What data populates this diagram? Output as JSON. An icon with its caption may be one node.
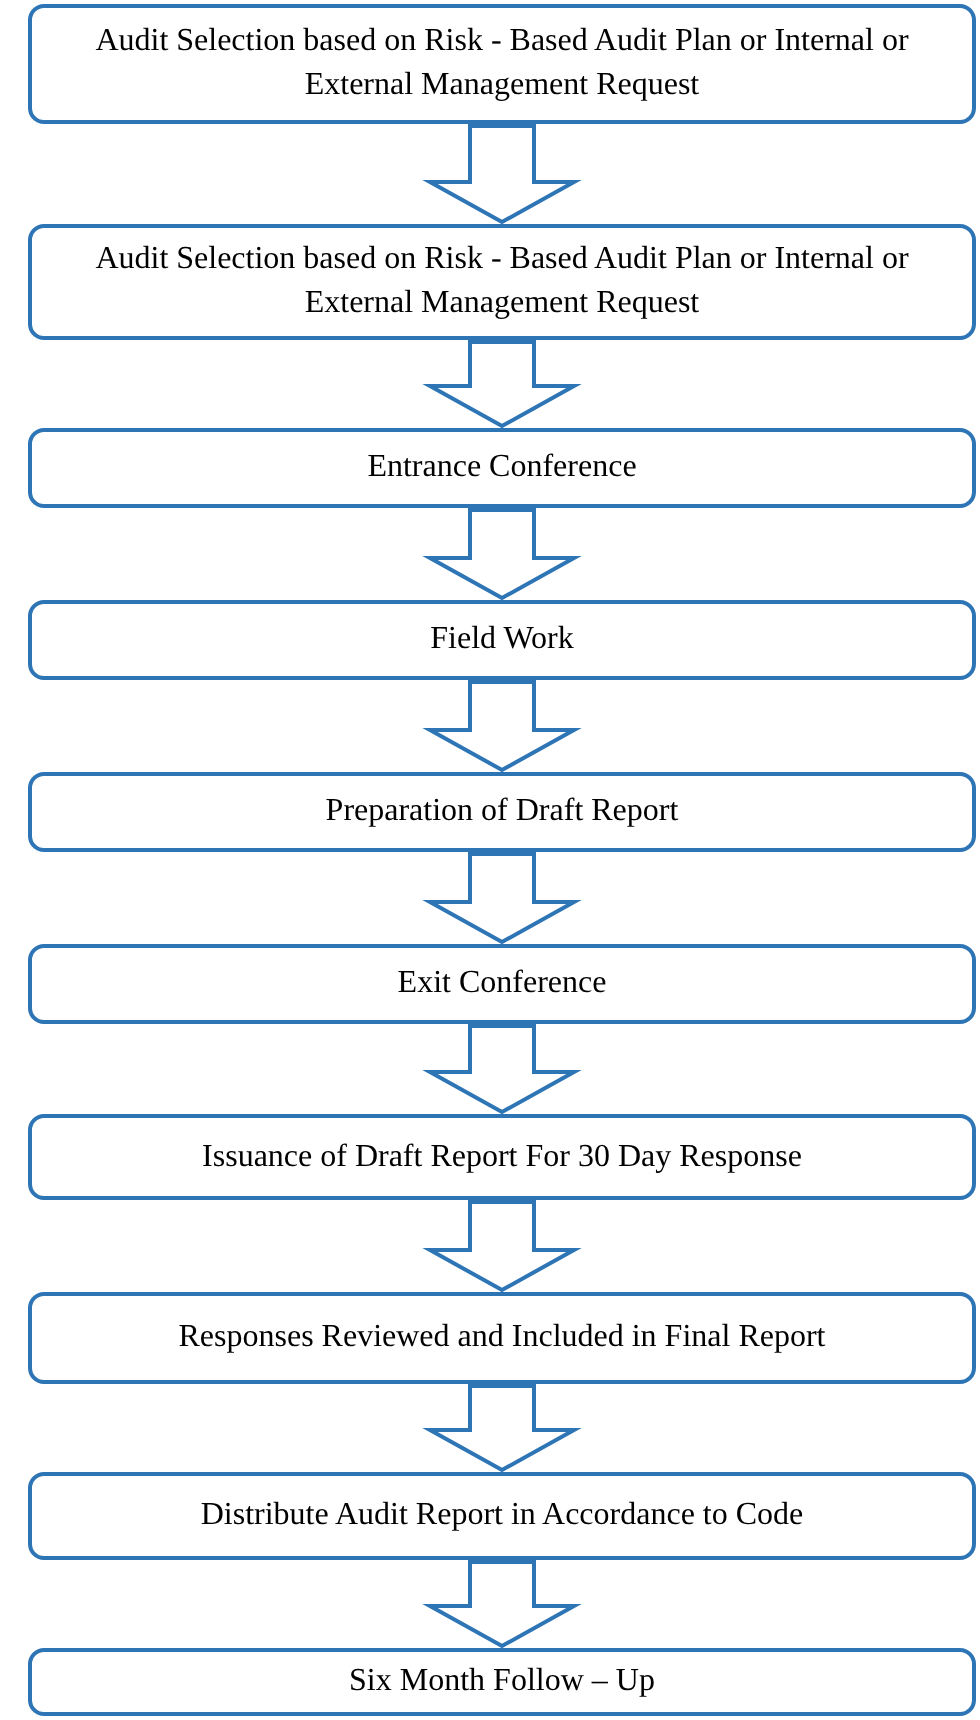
{
  "diagram": {
    "nodes": [
      {
        "text": [
          "Audit Selection based on Risk - Based Audit Plan or Internal or External Management Request"
        ]
      },
      {
        "text": [
          "Audit Selection based on Risk - Based Audit Plan or Internal or External Management Request"
        ]
      },
      {
        "text": [
          "Entrance Conference"
        ]
      },
      {
        "text": [
          "Field Work"
        ]
      },
      {
        "text": [
          "Preparation of Draft Report"
        ]
      },
      {
        "text": [
          "Exit Conference"
        ]
      },
      {
        "text": [
          "Issuance of Draft Report For 30 Day Response"
        ]
      },
      {
        "text": [
          "Responses Reviewed and Included in Final Report"
        ]
      },
      {
        "text": [
          "Distribute Audit Report in Accordance to Code"
        ]
      },
      {
        "text": [
          "Six Month Follow – Up"
        ]
      }
    ],
    "edges": [
      {
        "from": 0,
        "to": 1,
        "arrow": "to"
      },
      {
        "from": 1,
        "to": 2,
        "arrow": "to"
      },
      {
        "from": 2,
        "to": 3,
        "arrow": "to"
      },
      {
        "from": 3,
        "to": 4,
        "arrow": "to"
      },
      {
        "from": 4,
        "to": 5,
        "arrow": "to"
      },
      {
        "from": 5,
        "to": 6,
        "arrow": "to"
      },
      {
        "from": 6,
        "to": 7,
        "arrow": "to"
      },
      {
        "from": 7,
        "to": 8,
        "arrow": "to"
      },
      {
        "from": 8,
        "to": 9,
        "arrow": "to"
      }
    ]
  }
}
